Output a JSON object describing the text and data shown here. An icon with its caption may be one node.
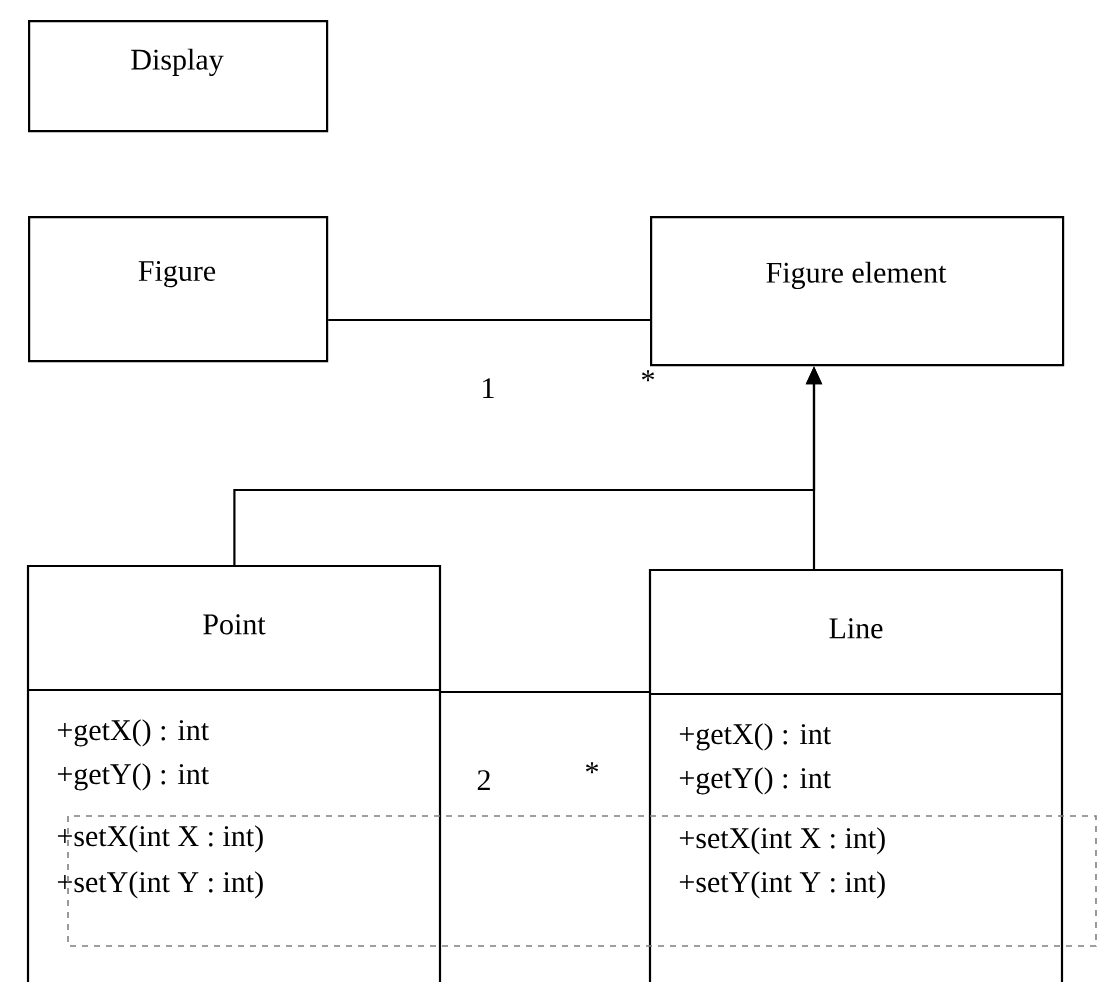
{
  "diagram": {
    "nodes": [
      {
        "text": [
          "Display"
        ]
      },
      {
        "text": [
          "Figure"
        ]
      },
      {
        "text": [
          "Figure element"
        ]
      },
      {
        "text": [
          "Point",
          "+getX() : int",
          "+getY() : int",
          "+setX(int X : int)",
          "+setY(int Y : int)"
        ]
      },
      {
        "text": [
          "Line",
          "+getX() : int",
          "+getY() : int",
          "+setX(int X : int)",
          "+setY(int Y : int)"
        ]
      }
    ],
    "edges": [
      {
        "from": 1,
        "to": 2,
        "arrow": "none"
      },
      {
        "from": 3,
        "to": 2,
        "arrow": "to"
      },
      {
        "from": 4,
        "to": 2,
        "arrow": "to"
      },
      {
        "from": 3,
        "to": 4,
        "arrow": "none"
      }
    ],
    "labels": [
      "1",
      "*",
      "2",
      "*"
    ]
  }
}
